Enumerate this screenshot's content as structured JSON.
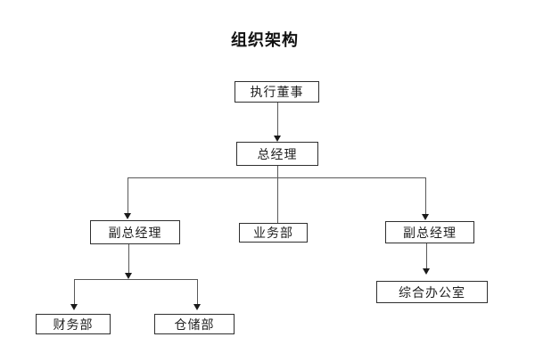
{
  "page": {
    "title": "组织架构",
    "background": "#ffffff"
  },
  "org_chart": {
    "type": "org-tree-diagram",
    "nodes": [
      {
        "id": "executive_director",
        "label": "执行董事",
        "level": 1
      },
      {
        "id": "general_manager",
        "label": "总经理",
        "level": 2
      },
      {
        "id": "deputy_gm_left",
        "label": "副总经理",
        "level": 3
      },
      {
        "id": "business_dept",
        "label": "业务部",
        "level": 3
      },
      {
        "id": "deputy_gm_right",
        "label": "副总经理",
        "level": 3
      },
      {
        "id": "general_office",
        "label": "综合办公室",
        "level": 4
      },
      {
        "id": "finance_dept",
        "label": "财务部",
        "level": 4
      },
      {
        "id": "warehouse_dept",
        "label": "仓储部",
        "level": 4
      }
    ],
    "edges": [
      {
        "from": "executive_director",
        "to": "general_manager",
        "arrow": true
      },
      {
        "from": "general_manager",
        "to": "deputy_gm_left",
        "arrow": true
      },
      {
        "from": "general_manager",
        "to": "business_dept",
        "arrow": false
      },
      {
        "from": "general_manager",
        "to": "deputy_gm_right",
        "arrow": true
      },
      {
        "from": "deputy_gm_left",
        "to": "finance_dept",
        "arrow": true
      },
      {
        "from": "deputy_gm_left",
        "to": "warehouse_dept",
        "arrow": true
      },
      {
        "from": "deputy_gm_right",
        "to": "general_office",
        "arrow": true
      }
    ],
    "colors": {
      "box_border": "#2f2f2f",
      "connector": "#595959",
      "arrow": "#1a1a1a",
      "text": "#1f1f1f",
      "background": "#ffffff"
    }
  }
}
